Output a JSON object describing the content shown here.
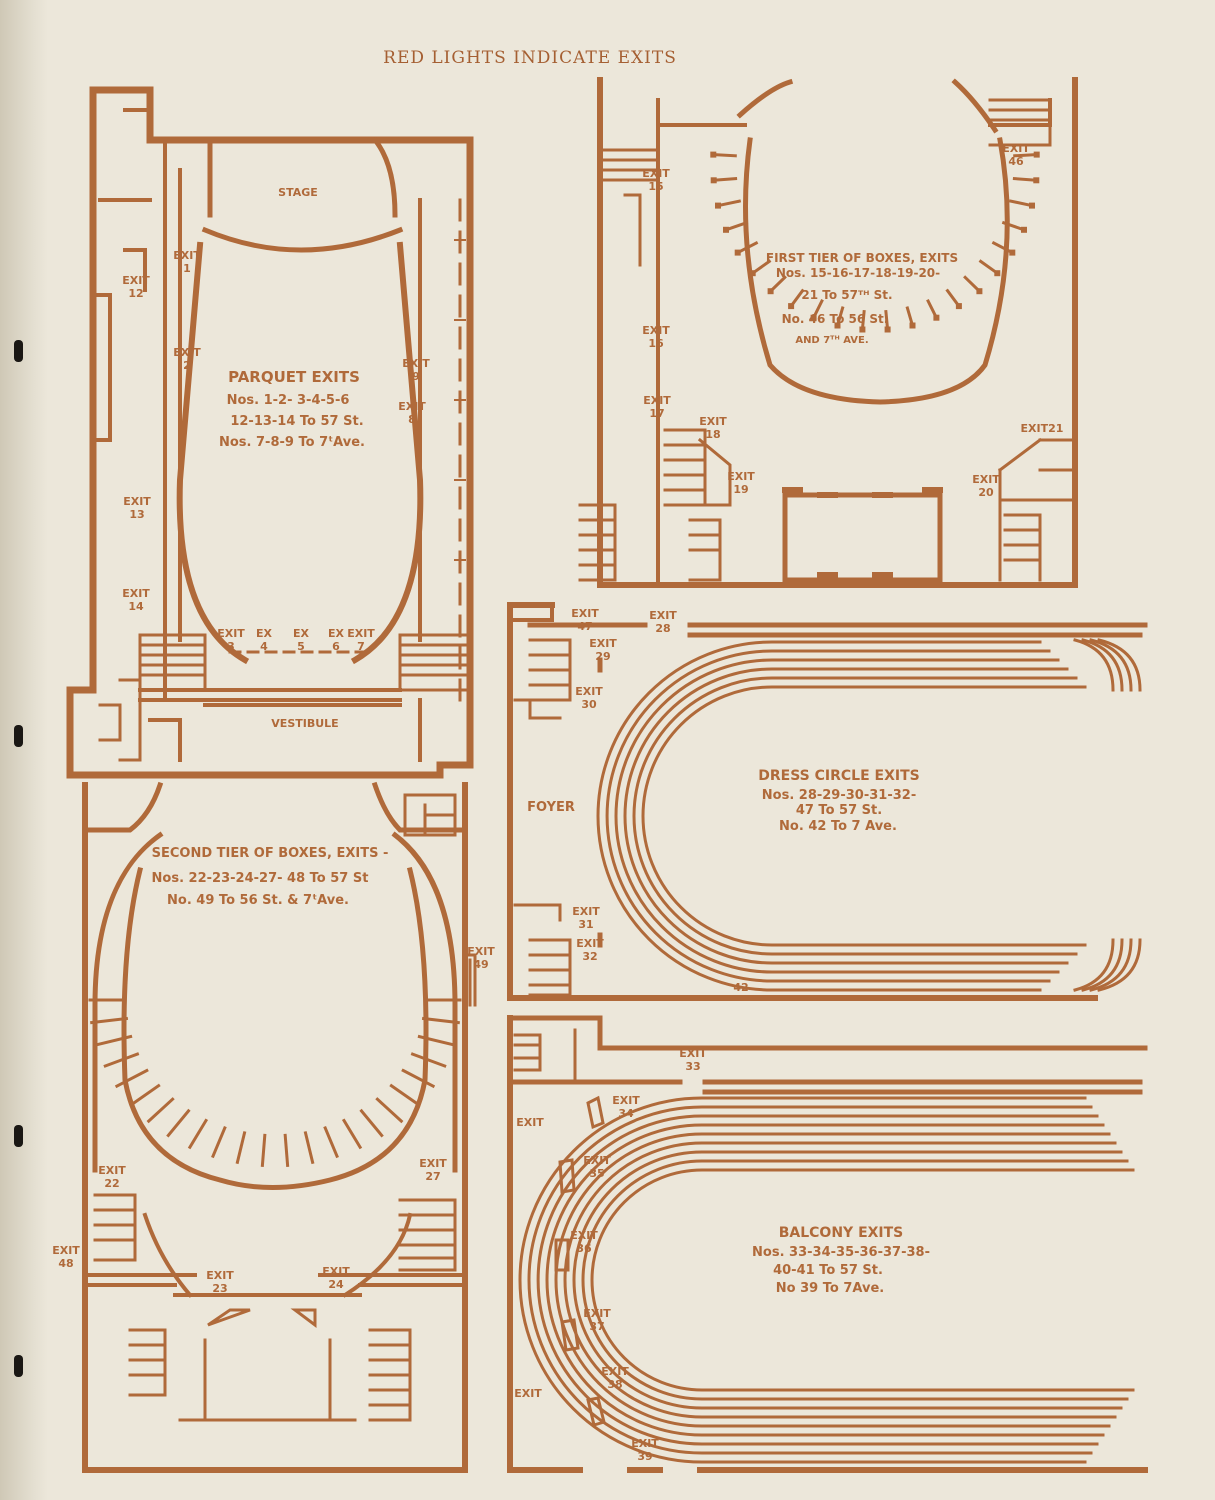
{
  "header": "RED LIGHTS INDICATE EXITS",
  "parquet": {
    "stage": "STAGE",
    "vestibule": "VESTIBULE",
    "title": "PARQUET EXITS",
    "line1": "Nos. 1-2- 3-4-5-6",
    "line2": "12-13-14 To 57 St.",
    "line3": "Nos. 7-8-9 To 7ᵗAve."
  },
  "first_tier": {
    "title": "FIRST TIER OF BOXES, EXITS",
    "line1": "Nos. 15-16-17-18-19-20-",
    "line2": "21 To 57ᵀᴴ St.",
    "line3": "No. 46 To 56 St.",
    "line4": "AND 7ᵀᴴ AVE."
  },
  "dress_circle": {
    "foyer": "FOYER",
    "title": "DRESS CIRCLE EXITS",
    "line1": "Nos. 28-29-30-31-32-",
    "line2": "47 To 57 St.",
    "line3": "No. 42 To 7 Ave."
  },
  "second_tier": {
    "title": "SECOND TIER OF BOXES, EXITS -",
    "line1": "Nos. 22-23-24-27- 48 To 57 St",
    "line2": "No. 49 To 56 St. & 7ᵗAve."
  },
  "balcony": {
    "title": "BALCONY EXITS",
    "line1": "Nos. 33-34-35-36-37-38-",
    "line2": "40-41 To 57 St.",
    "line3": "No 39 To 7Ave."
  },
  "exit_word": "EXIT",
  "ex_word": "EX",
  "exit_numbers": {
    "e1": "1",
    "e2": "2",
    "e3": "3",
    "e4": "4",
    "e5": "5",
    "e6": "6",
    "e7": "7",
    "e8": "8",
    "e9": "9",
    "e12": "12",
    "e13": "13",
    "e14": "14",
    "e15": "15",
    "e16": "16",
    "e17": "17",
    "e18": "18",
    "e19": "19",
    "e20": "20",
    "e21": "21",
    "e46": "46",
    "e28": "28",
    "e29": "29",
    "e30": "30",
    "e31": "31",
    "e32": "32",
    "e42": "42",
    "e47": "47",
    "e22": "22",
    "e23": "23",
    "e24": "24",
    "e27": "27",
    "e48": "48",
    "e49": "49",
    "e33": "33",
    "e34": "34",
    "e35": "35",
    "e36": "36",
    "e37": "37",
    "e38": "38",
    "e39": "39"
  },
  "colors": {
    "ink": "#b06a3a",
    "paper": "#ece7da"
  }
}
